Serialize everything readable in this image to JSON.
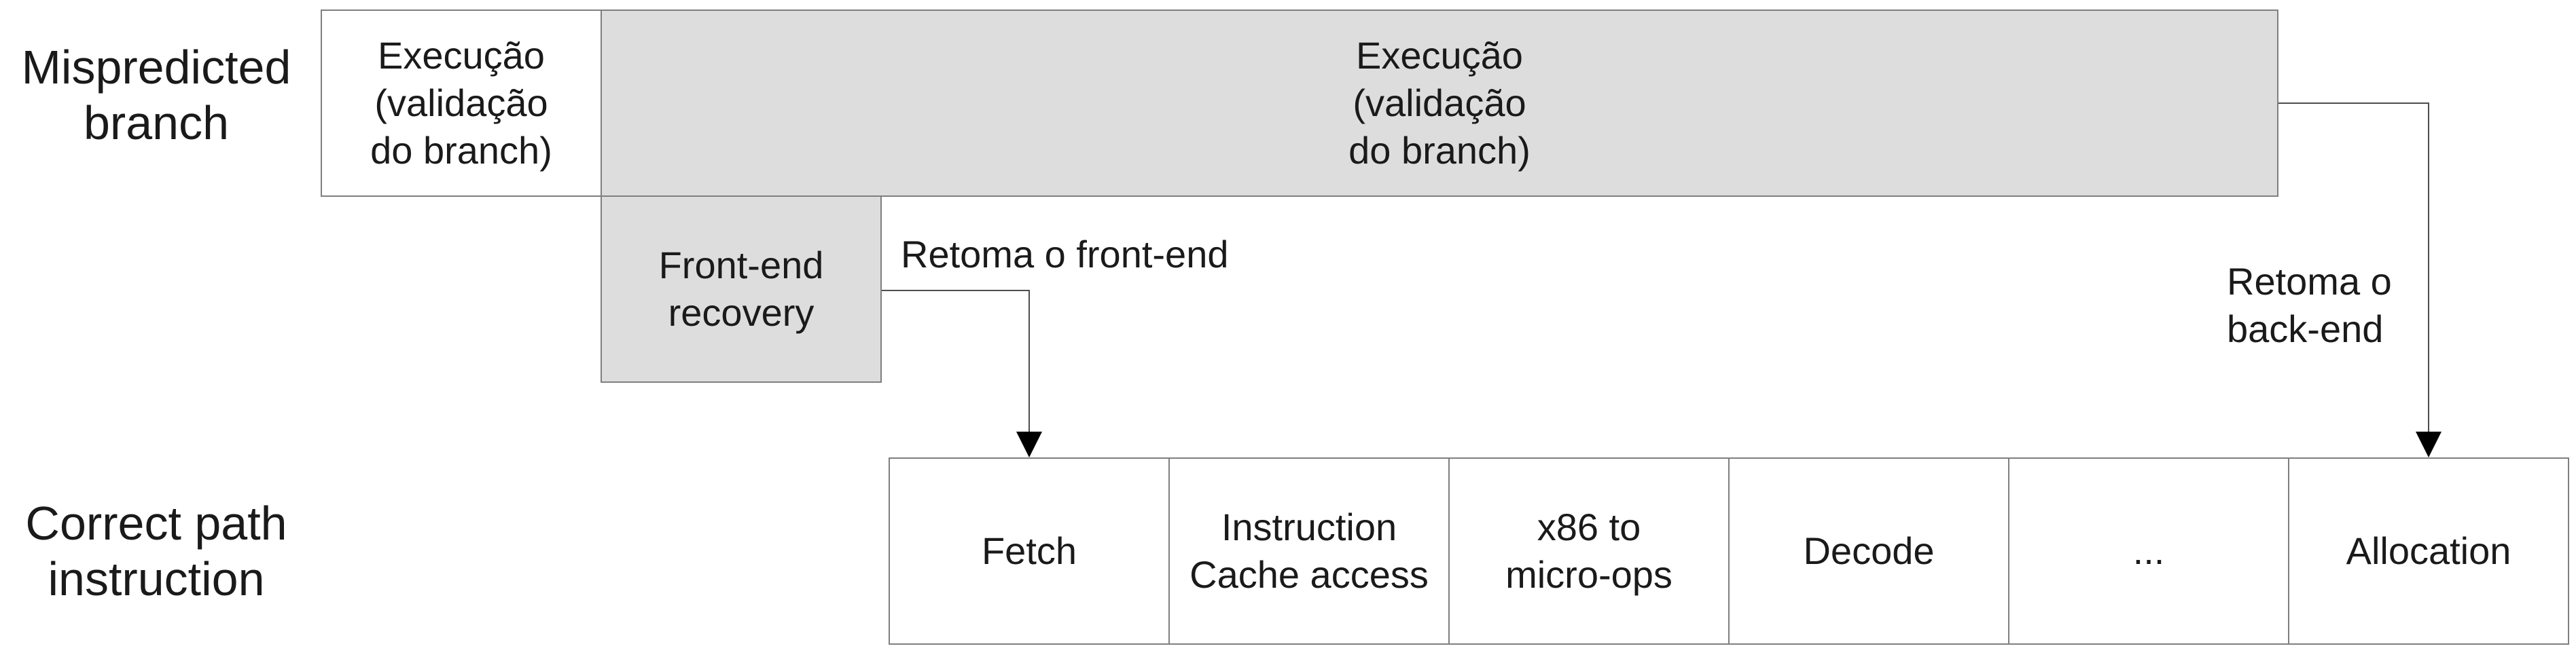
{
  "rows": {
    "mispredicted": [
      "Mispredicted",
      "branch"
    ],
    "correct_path": [
      "Correct path",
      "instruction"
    ]
  },
  "mispredicted_branch": {
    "execution_short": [
      "Execução",
      "(validação",
      "do branch)"
    ],
    "execution_long": [
      "Execução",
      "(validação",
      "do branch)"
    ],
    "frontend_recovery": [
      "Front-end",
      "recovery"
    ]
  },
  "annotations": {
    "resume_frontend": "Retoma o front-end",
    "resume_backend": [
      "Retoma o",
      "back-end"
    ]
  },
  "pipeline_stages": [
    [
      "Fetch"
    ],
    [
      "Instruction",
      "Cache access"
    ],
    [
      "x86 to",
      "micro-ops"
    ],
    [
      "Decode"
    ],
    [
      "..."
    ],
    [
      "Allocation"
    ]
  ],
  "colors": {
    "shaded_box": "#dddddd",
    "border": "#7f7f7f",
    "arrow": "#000000"
  }
}
